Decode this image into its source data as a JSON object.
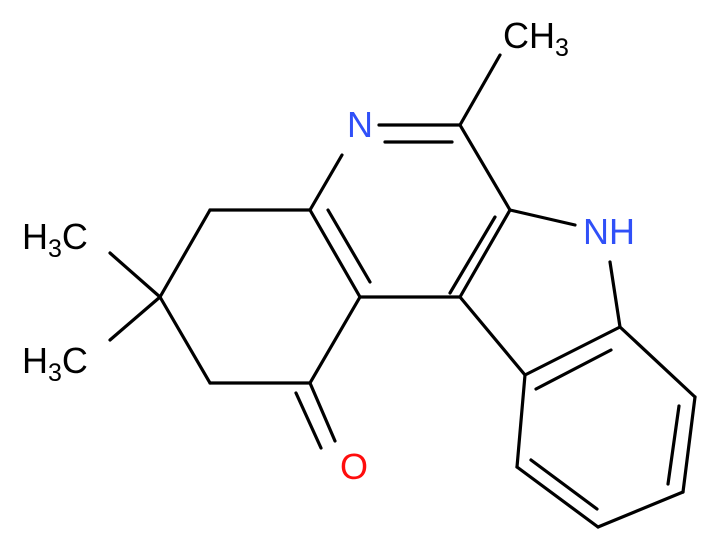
{
  "molecule": {
    "atoms": [
      {
        "id": "N1",
        "element": "N",
        "text": "N",
        "color": "#3050F8"
      },
      {
        "id": "NH",
        "element": "N",
        "text": "NH",
        "color": "#3050F8"
      },
      {
        "id": "O1",
        "element": "O",
        "text": "O",
        "color": "#FF0D0D"
      },
      {
        "id": "Me_top",
        "element": "C",
        "text": "CH",
        "sub": "3",
        "color": "#000000"
      },
      {
        "id": "Me_left1",
        "element": "C",
        "text_pre": "H",
        "sub": "3",
        "text_post": "C",
        "color": "#000000"
      },
      {
        "id": "Me_left2",
        "element": "C",
        "text_pre": "H",
        "sub": "3",
        "text_post": "C",
        "color": "#000000"
      }
    ],
    "bond_color": "#000000"
  }
}
